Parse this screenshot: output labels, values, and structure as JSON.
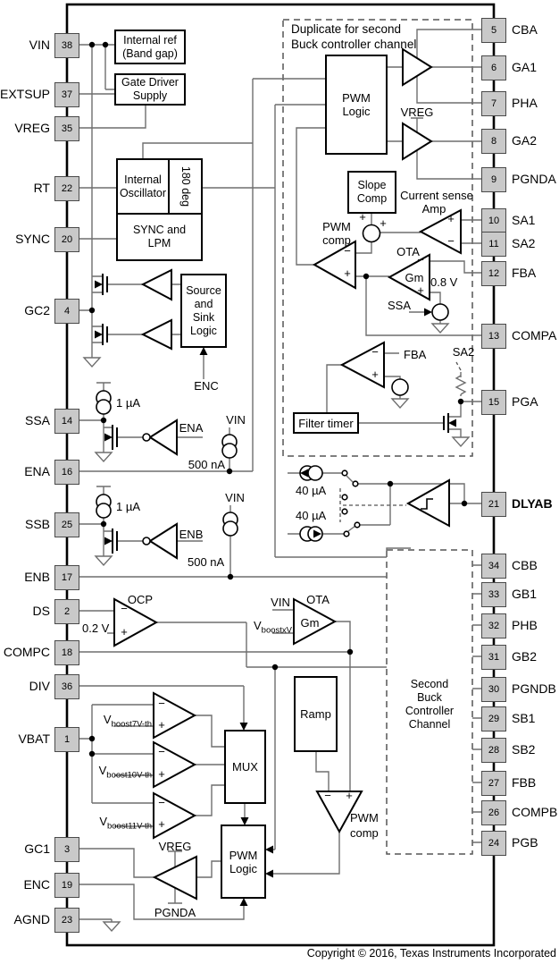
{
  "note": {
    "line1": "Duplicate for second",
    "line2": "Buck controller channel"
  },
  "copyright": "Copyright © 2016, Texas Instruments Incorporated",
  "colors": {
    "pin_fill": "#c9c9c9",
    "wire": "#6e6e6e",
    "line": "#000000"
  },
  "pins": {
    "left": [
      {
        "label": "VIN",
        "num": "38"
      },
      {
        "label": "EXTSUP",
        "num": "37"
      },
      {
        "label": "VREG",
        "num": "35"
      },
      {
        "label": "RT",
        "num": "22"
      },
      {
        "label": "SYNC",
        "num": "20"
      },
      {
        "label": "GC2",
        "num": "4"
      },
      {
        "label": "SSA",
        "num": "14"
      },
      {
        "label": "ENA",
        "num": "16"
      },
      {
        "label": "SSB",
        "num": "25"
      },
      {
        "label": "ENB",
        "num": "17"
      },
      {
        "label": "DS",
        "num": "2"
      },
      {
        "label": "COMPC",
        "num": "18"
      },
      {
        "label": "DIV",
        "num": "36"
      },
      {
        "label": "VBAT",
        "num": "1"
      },
      {
        "label": "GC1",
        "num": "3"
      },
      {
        "label": "ENC",
        "num": "19"
      },
      {
        "label": "AGND",
        "num": "23"
      }
    ],
    "right": [
      {
        "label": "CBA",
        "num": "5"
      },
      {
        "label": "GA1",
        "num": "6"
      },
      {
        "label": "PHA",
        "num": "7"
      },
      {
        "label": "GA2",
        "num": "8"
      },
      {
        "label": "PGNDA",
        "num": "9"
      },
      {
        "label": "SA1",
        "num": "10"
      },
      {
        "label": "SA2",
        "num": "11"
      },
      {
        "label": "FBA",
        "num": "12"
      },
      {
        "label": "COMPA",
        "num": "13"
      },
      {
        "label": "PGA",
        "num": "15"
      },
      {
        "label": "DLYAB",
        "num": "21",
        "bold": true
      },
      {
        "label": "CBB",
        "num": "34"
      },
      {
        "label": "GB1",
        "num": "33"
      },
      {
        "label": "PHB",
        "num": "32"
      },
      {
        "label": "GB2",
        "num": "31"
      },
      {
        "label": "PGNDB",
        "num": "30"
      },
      {
        "label": "SB1",
        "num": "29"
      },
      {
        "label": "SB2",
        "num": "28"
      },
      {
        "label": "FBB",
        "num": "27"
      },
      {
        "label": "COMPB",
        "num": "26"
      },
      {
        "label": "PGB",
        "num": "24"
      }
    ]
  },
  "blocks": {
    "internal_ref_1": "Internal ref",
    "internal_ref_2": "(Band gap)",
    "gate_driver": "Gate Driver Supply",
    "internal_osc": "Internal Oscillator",
    "deg180": "180 deg",
    "sync_lpm": "SYNC and LPM",
    "source_sink": "Source and Sink Logic",
    "pwm_logic": "PWM Logic",
    "slope_comp": "Slope Comp",
    "filter_timer": "Filter timer",
    "ramp": "Ramp",
    "mux": "MUX",
    "second_buck": "Second Buck Controller Channel"
  },
  "labels": {
    "current_sense_1": "Current sense",
    "current_sense_2": "Amp",
    "pwm": "PWM",
    "comp": "comp",
    "ota": "OTA",
    "gm": "Gm",
    "vreg": "VREG",
    "pgnda": "PGNDA",
    "v08": "0.8 V",
    "v02": "0.2 V",
    "ssa": "SSA",
    "fba": "FBA",
    "sa2": "SA2",
    "enc": "ENC",
    "ena": "ENA",
    "enb": "ENB",
    "vin": "VIN",
    "ua1": "1 µA",
    "ua40": "40 µA",
    "na500": "500 nA",
    "ocp": "OCP",
    "v": "V",
    "vboostxv": "boostxV",
    "vb7": "boost7V-th",
    "vb10": "boost10V-th",
    "vb11": "boost11V-th"
  },
  "symbols": {
    "plus": "+",
    "minus": "−"
  }
}
